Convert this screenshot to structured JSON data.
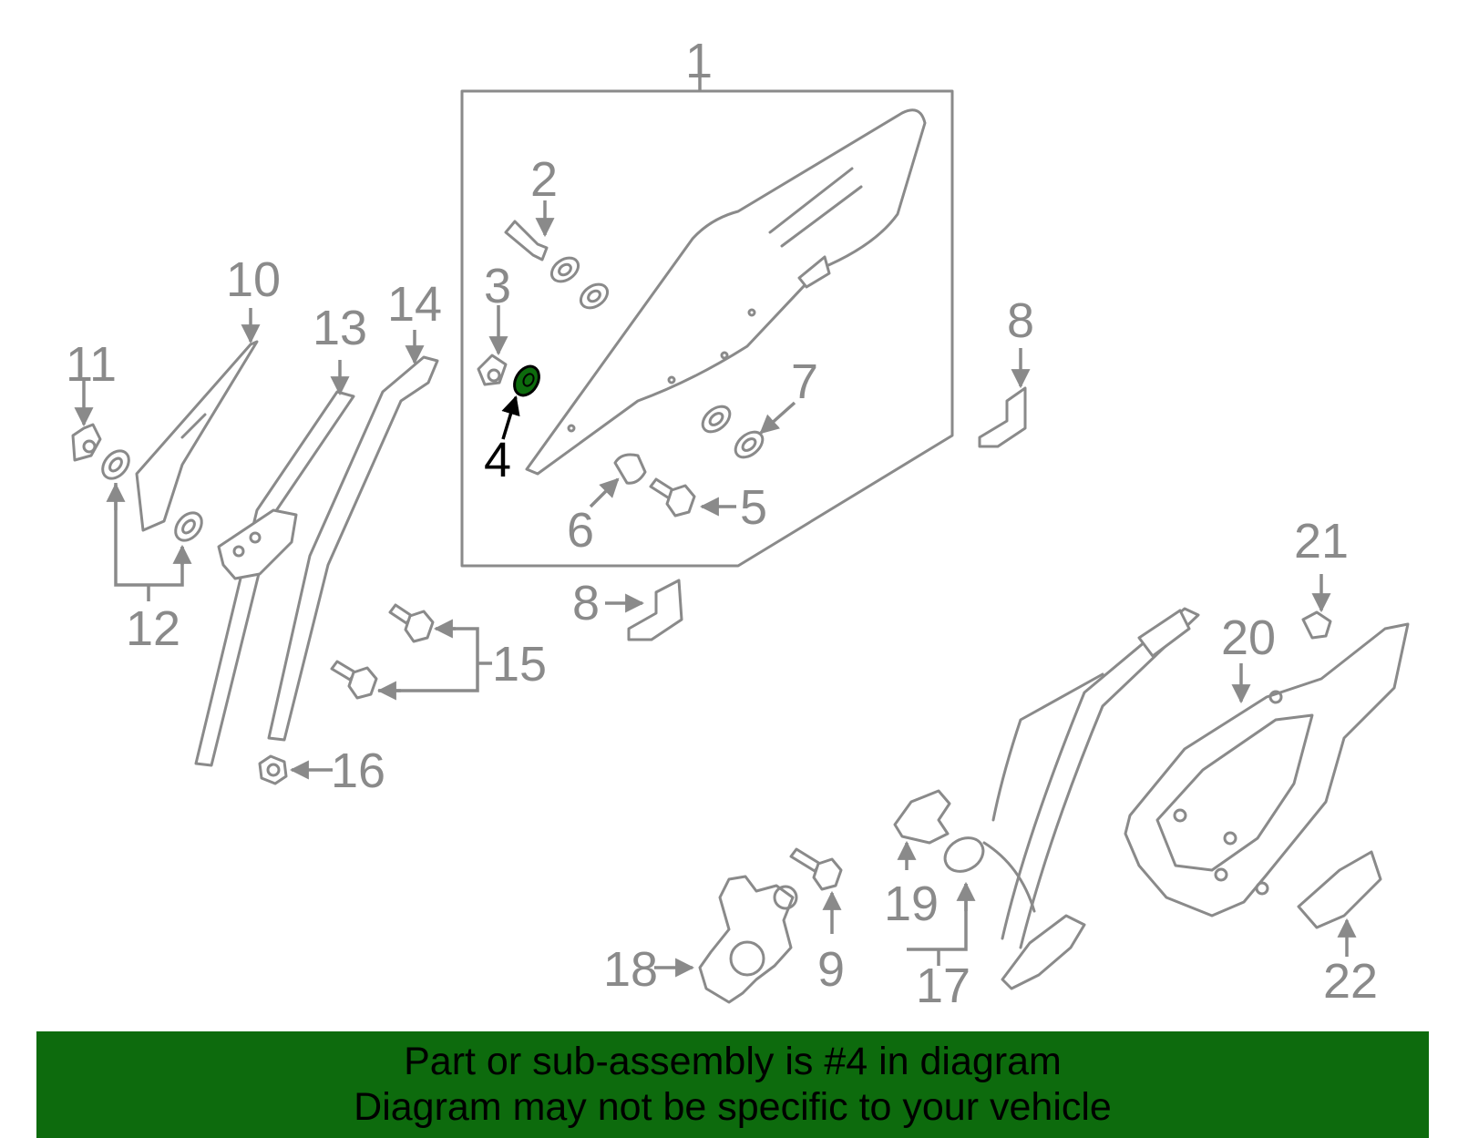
{
  "diagram": {
    "highlighted_part": "4",
    "highlight_color": "#0d6b0d",
    "line_color": "#8a8a8a",
    "callouts": [
      "1",
      "2",
      "3",
      "4",
      "5",
      "6",
      "7",
      "8",
      "8",
      "9",
      "10",
      "11",
      "12",
      "13",
      "14",
      "15",
      "16",
      "17",
      "18",
      "19",
      "20",
      "21",
      "22"
    ]
  },
  "banner": {
    "line1": "Part or sub-assembly is #4 in diagram",
    "line2": "Diagram may not be specific to your vehicle",
    "background": "#0d6b0d"
  }
}
